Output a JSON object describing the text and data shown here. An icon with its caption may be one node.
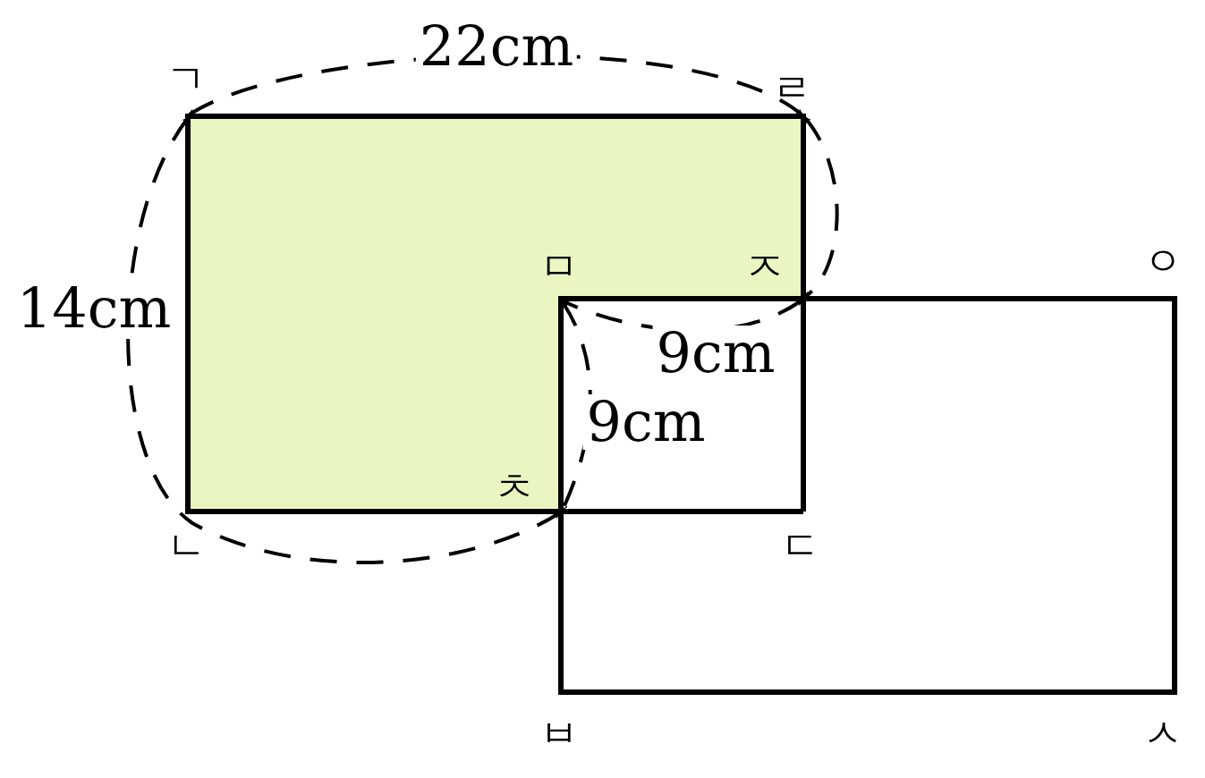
{
  "diagram": {
    "labels": [
      "22cm",
      "ㄱ",
      "ㄹ",
      "ㅁ",
      "ㅈ",
      "ㅇ",
      "14cm",
      "9cm",
      "9cm",
      "ㅊ",
      "ㄴ",
      "ㄷ",
      "ㅂ",
      "ㅅ"
    ]
  }
}
